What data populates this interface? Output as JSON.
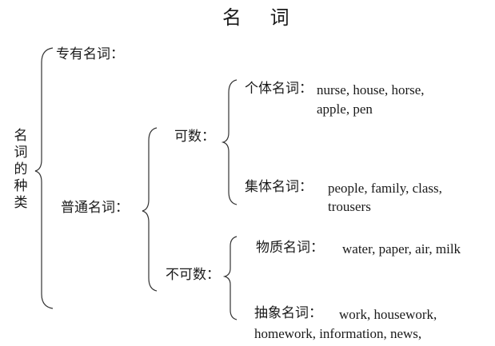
{
  "title": "名 词",
  "root": {
    "label": "名词的种类"
  },
  "proper": {
    "label": "专有名词："
  },
  "common": {
    "label": "普通名词："
  },
  "countable": {
    "label": "可数：",
    "individual": {
      "label": "个体名词：",
      "examples": [
        "nurse, house, horse,",
        "apple, pen"
      ]
    },
    "collective": {
      "label": "集体名词：",
      "examples": [
        "people, family, class,",
        "trousers"
      ]
    }
  },
  "uncountable": {
    "label": "不可数：",
    "material": {
      "label": "物质名词：",
      "examples": [
        "water, paper, air, milk"
      ]
    },
    "abstract": {
      "label": "抽象名词：",
      "examples": [
        "work, housework,",
        "homework, information, news,"
      ]
    }
  }
}
